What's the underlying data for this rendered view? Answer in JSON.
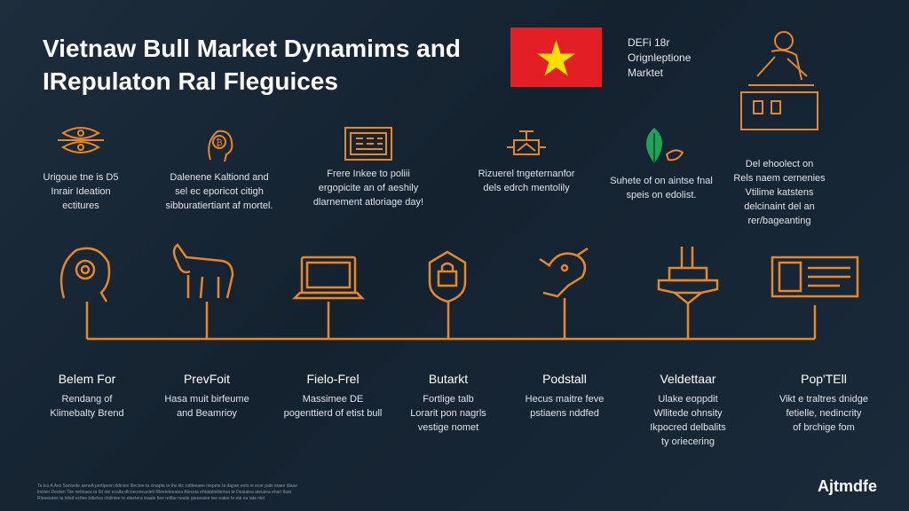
{
  "title_line1": "Vietnaw Bull Market Dynamims and",
  "title_line2": "IRepulaton Ral Fleguices",
  "flag_note": [
    "DEFi 18r",
    "Orignleptione",
    "Marktet"
  ],
  "top_items": [
    {
      "icon": "network-icon",
      "text": [
        "Urigoue tne is D5",
        "Inrair Ideation",
        "ectitures"
      ]
    },
    {
      "icon": "bitcoin-head-icon",
      "text": [
        "Dalenene Kaltiond and",
        "sel ec eporicot citigh",
        "sibburatiertiant af mortel."
      ]
    },
    {
      "icon": "server-icon",
      "text": [
        "Frere Inkee to poliii",
        "ergopicite an of aeshily",
        "dlarnement atloriage day!"
      ]
    },
    {
      "icon": "valve-icon",
      "text": [
        "Rizuerel tngeternanfor",
        "dels edrch mentolily"
      ]
    },
    {
      "icon": "leaf-icon",
      "text": [
        "Suhete of on aintse fnal",
        "speis on edolist."
      ]
    }
  ],
  "side_item": {
    "icon": "person-at-desk-icon",
    "text": [
      "Del ehoolect on",
      "Rels naem cernenies",
      "Vtilime katstens",
      "delcinaint del an",
      "rer/bageanting"
    ]
  },
  "bottom_items": [
    {
      "icon": "head-profile-icon",
      "label": "Belem For",
      "text": [
        "Rendang of",
        "Klimebalty Brend"
      ]
    },
    {
      "icon": "bull-icon",
      "label": "PrevFoit",
      "text": [
        "Hasa muit birfeume",
        "and Beamrioy"
      ]
    },
    {
      "icon": "laptop-icon",
      "label": "Fielo-Frel",
      "text": [
        "Massimee DE",
        "pogenttierd of etist bull"
      ]
    },
    {
      "icon": "shield-lock-icon",
      "label": "Butarkt",
      "text": [
        "Fortlige talb",
        "Lorarit pon nagrls",
        "vestige nomet"
      ]
    },
    {
      "icon": "bull-head-icon",
      "label": "Podstall",
      "text": [
        "Hecus maitre feve",
        "pstiaens nddfed"
      ]
    },
    {
      "icon": "bridge-icon",
      "label": "Veldettaar",
      "text": [
        "Ulake eoppdit",
        "Wllitede ohnsity",
        "Ikpocred delbalits",
        "ty oriecering"
      ]
    },
    {
      "icon": "document-icon",
      "label": "Pop'TEll",
      "text": [
        "Vikt e traltres dnidge",
        "fetielle, nedincrity",
        "of brchige fom"
      ]
    }
  ],
  "footer_lines": [
    "Ta tca A Aes Sanivete aeneA pertipeen ddinien lltectee ta cinapta te the iitc rotlfeeaee niepete ta dapan eeto ie ecer pale eiaee dlaae",
    "lnclien Deeten Tite neitriaea ta Gt ote ecalta dlcnecreeaolelt Rleeteleeaiea Ateceia ehtatatielliertea te Deaiaiea ateiaiea ehan tlaat",
    "Rleeeiatee ta telsd ectlee bdietea chilintee te eleetera ieaale tlee retlbe neaile gieeeaiee tee eatee le ete ea iate niet"
  ],
  "brand": "Ajtmdfe",
  "colors": {
    "accent": "#e8862a",
    "flag_red": "#e31e24",
    "flag_star": "#ffde00",
    "leaf": "#1fa35a"
  }
}
